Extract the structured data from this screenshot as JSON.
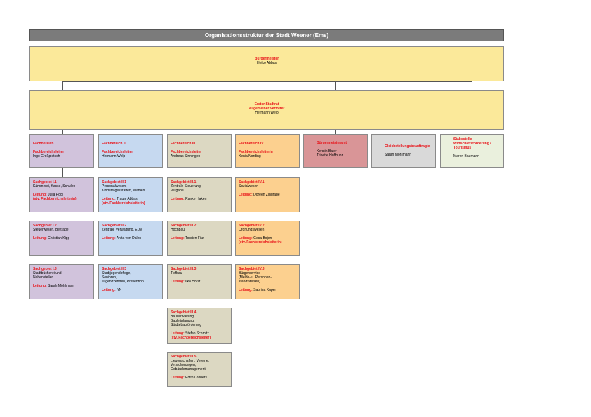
{
  "title": "Organisationsstruktur der Stadt Weener (Ems)",
  "mayor": {
    "role": "Bürgermeister",
    "name": "Heiko Abbas"
  },
  "deputy": {
    "role1": "Erster Stadtrat",
    "role2": "Allgemeiner Vertreter",
    "name": "Hermann Welp"
  },
  "departments": [
    {
      "title": "Fachbereich I",
      "lead_role": "Fachbereichsleiter",
      "lead_name": "Ingo Großpietsch"
    },
    {
      "title": "Fachbereich II",
      "lead_role": "Fachbereichsleiter",
      "lead_name": "Hermann Welp"
    },
    {
      "title": "Fachbereich III",
      "lead_role": "Fachbereichsleiter",
      "lead_name": "Andreas Sinningen"
    },
    {
      "title": "Fachbereich IV",
      "lead_role": "Fachbereichsleiterin",
      "lead_name": "Xenia Nording"
    },
    {
      "title": "Bürgermeisteramt",
      "name1": "Kerstin Baier",
      "name2": "Trinette Hoffbuhr"
    },
    {
      "title": "Gleichstellungsbeauftragte",
      "name1": "Sarah Möhlmann"
    },
    {
      "title1": "Stabsstelle",
      "title2": "Wirtschaftsförderung /",
      "title3": "Tourismus",
      "name1": "Maren Baumann"
    }
  ],
  "sections": {
    "s1_1": {
      "title": "Sachgebiet I.1",
      "desc": "Kämmerei, Kasse, Schulen",
      "lead_label": "Leitung:",
      "lead_name": "Julia Pool",
      "extra": "(stv. Fachbereichsleiterin)"
    },
    "s1_2": {
      "title": "Sachgebiet I.2",
      "desc": "Steuerwesen, Beiträge",
      "lead_label": "Leitung:",
      "lead_name": "Christian Kipp"
    },
    "s1_3": {
      "title": "Sachgebiet I.3",
      "desc": "Stadtbücherei und\nNebenstellen",
      "lead_label": "Leitung:",
      "lead_name": "Sarah Möhlmann"
    },
    "s2_1": {
      "title": "Sachgebiet II.1",
      "desc": "Personalwesen,\nKindertagesstätten, Wahlen",
      "lead_label": "Leitung:",
      "lead_name": "Traute Abbas",
      "extra": "(stv. Fachbereichsleiterin)"
    },
    "s2_2": {
      "title": "Sachgebiet II.2",
      "desc": "Zentrale Verwaltung, EDV",
      "lead_label": "Leitung:",
      "lead_name": "Anita von Dalen"
    },
    "s2_3": {
      "title": "Sachgebiet II.3",
      "desc": "Stadtjugendpflege,\nSenioren,\nJugendzentren, Prävention",
      "lead_label": "Leitung:",
      "lead_name": "NN"
    },
    "s3_1": {
      "title": "Sachgebiet III.1",
      "desc": "Zentrale Steuerung,\nVergabe",
      "lead_label": "Leitung:",
      "lead_name": "Ranke Haken"
    },
    "s3_2": {
      "title": "Sachgebiet III.2",
      "desc": "Hochbau",
      "lead_label": "Leitung:",
      "lead_name": "Torsten Fitz"
    },
    "s3_3": {
      "title": "Sachgebiet III.3",
      "desc": "Tiefbau",
      "lead_label": "Leitung:",
      "lead_name": "Ilko Horst"
    },
    "s3_4": {
      "title": "Sachgebiet III.4",
      "desc": "Bauverwaltung,\nBauleitplanung,\nStädtebauförderung",
      "lead_label": "Leitung:",
      "lead_name": "Stefan Schmitz",
      "extra": "(stv. Fachbereichsleiter)"
    },
    "s3_5": {
      "title": "Sachgebiet III.5",
      "desc": "Liegenschaften, Vereine,\nVersicherungen,\nGebäudemanagement",
      "lead_label": "Leitung:",
      "lead_name": "Edith Löbbers"
    },
    "s4_1": {
      "title": "Sachgebiet IV.1",
      "desc": "Sozialwesen",
      "lead_label": "Leitung:",
      "lead_name": "Doreen Zingrabe"
    },
    "s4_2": {
      "title": "Sachgebiet IV.2",
      "desc": "Ordnungswesen",
      "lead_label": "Leitung:",
      "lead_name": "Gesa Bojen",
      "extra": "(stv. Fachbereichsleiterin)"
    },
    "s4_3": {
      "title": "Sachgebiet IV.3",
      "desc": "Bürgerservice\n(Melde- u. Personen-\nstandswesen)",
      "lead_label": "Leitung:",
      "lead_name": "Sabrina Kuper"
    }
  },
  "colors": {
    "header": "#7b7b7b",
    "leadership": "#fbe99a",
    "fb1": "#d1c3dc",
    "fb2": "#c6d9f0",
    "fb3": "#dcd8c2",
    "fb4": "#fcd08f",
    "office": "#d99597",
    "equality": "#d9d9d9",
    "staff": "#eaf0dd",
    "accent_text": "#e8151b"
  }
}
